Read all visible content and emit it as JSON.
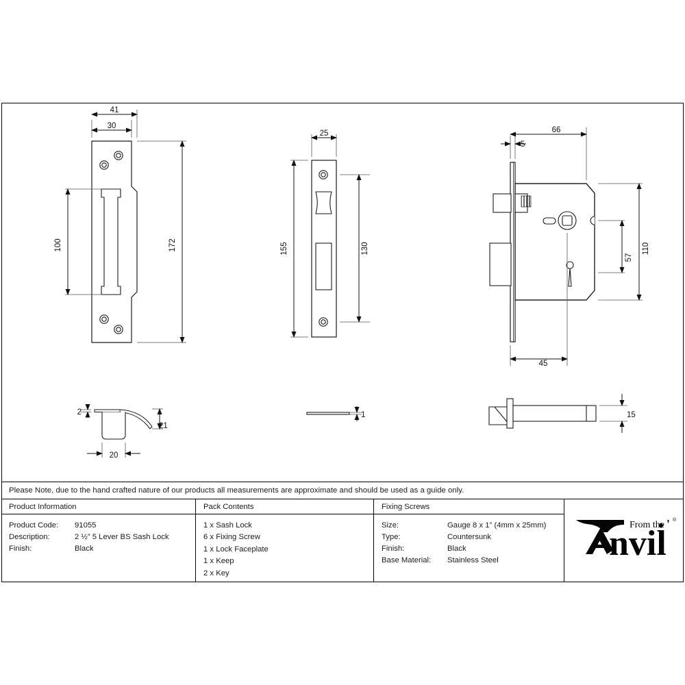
{
  "sheet": {
    "note": "Please Note, due to the hand crafted nature of our products all measurements are approximate and should be used as a guide only."
  },
  "drawings": {
    "keep_plate": {
      "name": "Keep / Strike Plate front view",
      "dims": {
        "width_flange": "41",
        "width_body": "30",
        "height_overall": "172",
        "height_mortice": "100"
      }
    },
    "faceplate": {
      "name": "Lock Faceplate front view",
      "dims": {
        "width": "25",
        "height_overall": "155",
        "height_centres": "130"
      }
    },
    "lock_body": {
      "name": "Sash Lock body side view",
      "dims": {
        "case_depth": "66",
        "faceplate_thickness": "5",
        "case_height": "110",
        "centre_height": "57",
        "backset": "45"
      }
    },
    "keep_section": {
      "name": "Keep plate section view",
      "dims": {
        "plate_thickness": "2",
        "lip_depth": "21",
        "box_width": "20"
      }
    },
    "faceplate_section": {
      "name": "Faceplate section view",
      "dims": {
        "thickness": "1"
      }
    },
    "key": {
      "name": "Key side view",
      "dims": {
        "bit_height": "15"
      }
    }
  },
  "table": {
    "product_information": {
      "header": "Product Information",
      "rows": [
        {
          "label": "Product Code:",
          "value": "91055"
        },
        {
          "label": "Description:",
          "value": "2 ½” 5 Lever BS Sash Lock"
        },
        {
          "label": "Finish:",
          "value": "Black"
        }
      ]
    },
    "pack_contents": {
      "header": "Pack Contents",
      "items": [
        "1 x Sash Lock",
        "6 x Fixing Screw",
        "1 x Lock Faceplate",
        "1 x Keep",
        "2 x Key"
      ]
    },
    "fixing_screws": {
      "header": "Fixing Screws",
      "rows": [
        {
          "label": "Size:",
          "value": "Gauge 8 x 1” (4mm x 25mm)"
        },
        {
          "label": "Type:",
          "value": "Countersunk"
        },
        {
          "label": "Finish:",
          "value": "Black"
        },
        {
          "label": "Base Material:",
          "value": "Stainless Steel"
        }
      ]
    },
    "brand": {
      "line1": "From the",
      "line2": "Anvil",
      "registered": "®"
    }
  },
  "colors": {
    "ink": "#000000",
    "line": "#222222",
    "paper": "#ffffff",
    "hatch": "#333333"
  }
}
